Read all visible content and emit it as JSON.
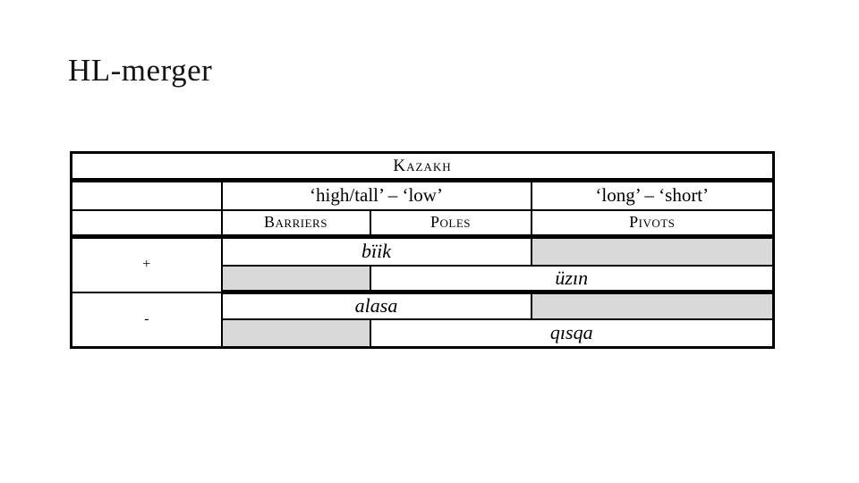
{
  "slide": {
    "title": "HL-merger",
    "background": "#ffffff"
  },
  "table": {
    "header": {
      "language": "Kazakh",
      "gloss_high_low": "‘high/tall’ – ‘low’",
      "gloss_long_short": "‘long’ – ‘short’",
      "col_barriers": "Barriers",
      "col_poles": "Poles",
      "col_pivots": "Pivots"
    },
    "rows": {
      "plus_label": "+",
      "minus_label": "-",
      "plus_barriers_poles": "bïik",
      "plus_poles_pivots": "üzın",
      "minus_barriers_poles": "alasa",
      "minus_poles_pivots": "qısqa"
    },
    "colors": {
      "shaded_cell": "#d9d9d9",
      "border": "#000000"
    }
  }
}
